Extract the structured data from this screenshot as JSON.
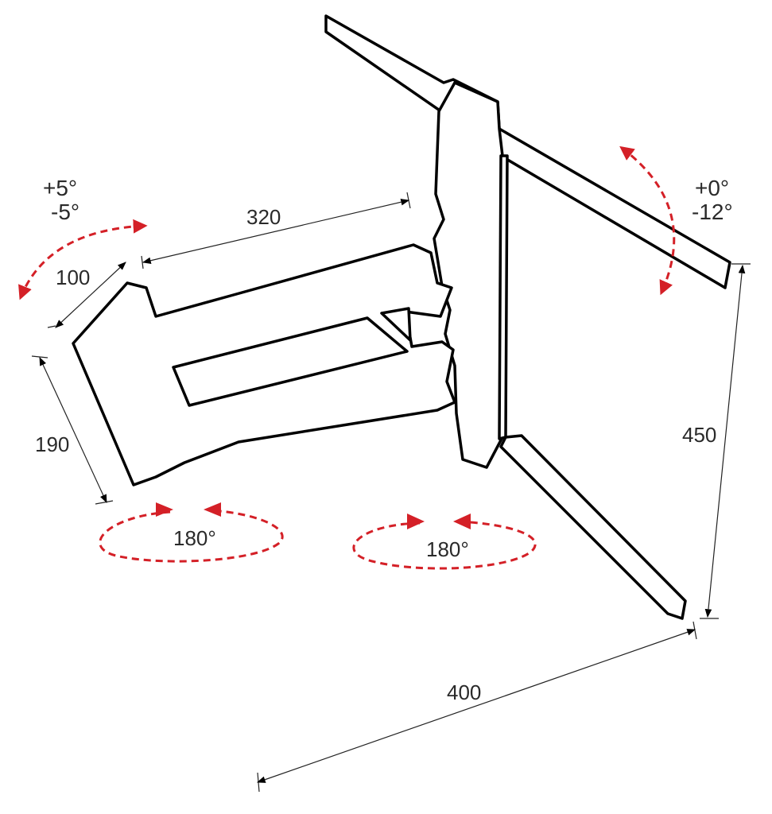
{
  "dimensions": {
    "arm_length": "320",
    "arm_width": "100",
    "bracket_height": "190",
    "rail_height": "450",
    "rail_width": "400"
  },
  "rotation": {
    "swivel_left_up": "+5°",
    "swivel_left_down": "-5°",
    "tilt_up": "+0°",
    "tilt_down": "-12°",
    "pivot_1": "180°",
    "pivot_2": "180°"
  },
  "colors": {
    "outline": "#000000",
    "dimension": "#222222",
    "rotation_arrow": "#d42027"
  }
}
